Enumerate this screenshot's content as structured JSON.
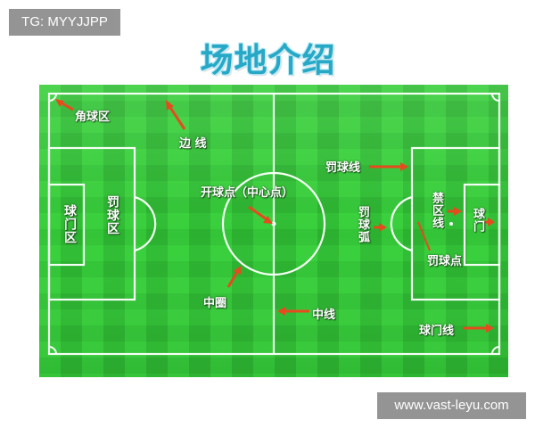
{
  "watermarks": {
    "top": "TG: MYYJJPP",
    "bottom": "www.vast-leyu.com"
  },
  "title": "场地介绍",
  "colors": {
    "field_light": "#37c93a",
    "field_dark": "#2fb833",
    "line": "#f5fff5",
    "arrow": "#e64b1e",
    "title": "#27a8c6"
  },
  "labels": {
    "corner_area": "角球区",
    "touchline": "边 线",
    "kickoff": "开球点（中心点）",
    "center_circle": "中圈",
    "halfway_line": "中线",
    "goal_area_left": "球门区",
    "penalty_area_left": "罚球区",
    "penalty_area_line": "罚球线",
    "penalty_arc": "罚球弧",
    "restricted_line": "禁区线",
    "goal_right": "球门",
    "penalty_spot": "罚球点",
    "goal_line": "球门线"
  }
}
